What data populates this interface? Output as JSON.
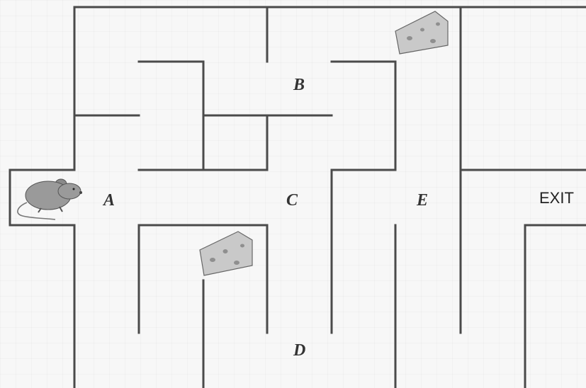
{
  "maze": {
    "labels": {
      "a": "A",
      "b": "B",
      "c": "C",
      "d": "D",
      "e": "E",
      "exit": "EXIT"
    },
    "icons": {
      "mouse": "mouse-icon",
      "cheese_top": "cheese-icon",
      "cheese_middle": "cheese-icon"
    },
    "colors": {
      "wall": "#4a4a4a",
      "mouse": "#9a9a9a",
      "cheese": "#c9c9c9"
    }
  }
}
